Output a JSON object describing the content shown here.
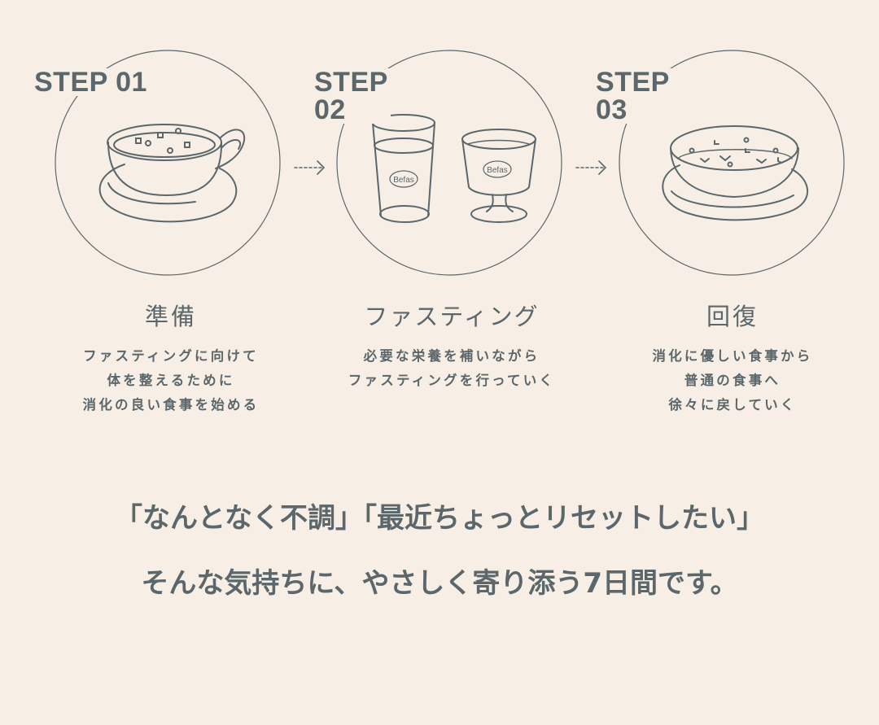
{
  "colors": {
    "background": "#f7efe5",
    "text": "#5b676b",
    "line": "#5b676b"
  },
  "steps": [
    {
      "label": "STEP 01",
      "icon": "soup-cup-icon",
      "title": "準備",
      "lines": [
        "ファスティングに向けて",
        "体を整えるために",
        "消化の良い食事を始める"
      ]
    },
    {
      "label": "STEP 02",
      "icon": "befas-drinks-icon",
      "brand_label": "Befas",
      "title": "ファスティング",
      "lines": [
        "必要な栄養を補いながら",
        "ファスティングを行っていく"
      ]
    },
    {
      "label": "STEP 03",
      "icon": "soup-bowl-icon",
      "title": "回復",
      "lines": [
        "消化に優しい食事から",
        "普通の食事へ",
        "徐々に戻していく"
      ]
    }
  ],
  "arrows": [
    "dotted-arrow-icon",
    "dotted-arrow-icon"
  ],
  "tagline": {
    "line1": "「なんとなく不調」「最近ちょっとリセットしたい」",
    "line2": "そんな気持ちに、やさしく寄り添う7日間です。"
  }
}
